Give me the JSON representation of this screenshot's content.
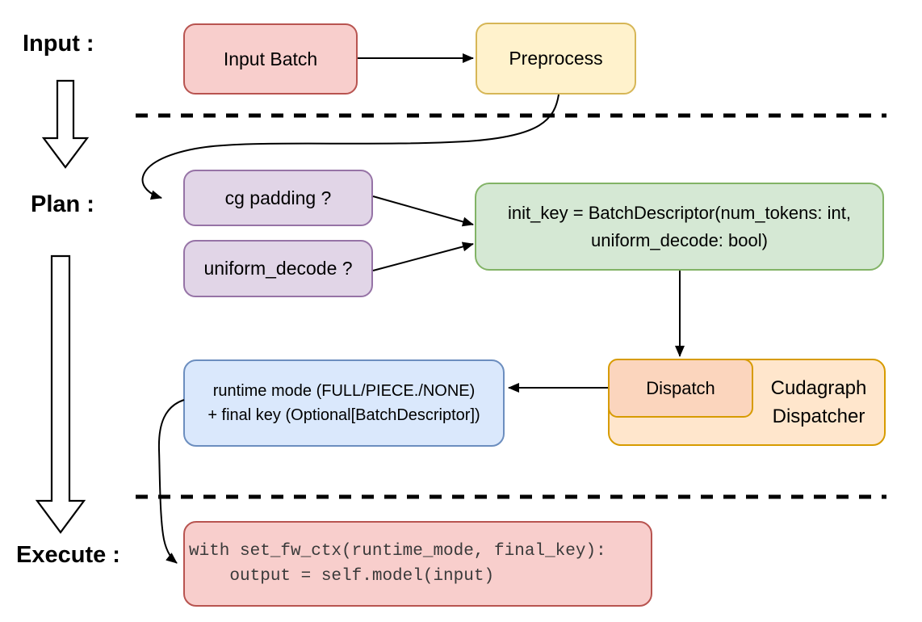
{
  "sections": {
    "input_label": "Input :",
    "plan_label": "Plan :",
    "execute_label": "Execute :"
  },
  "nodes": {
    "input_batch": {
      "label": "Input Batch",
      "fill": "#f8cecc",
      "stroke": "#b85450"
    },
    "preprocess": {
      "label": "Preprocess",
      "fill": "#fff2cc",
      "stroke": "#d6b656"
    },
    "cg_padding": {
      "label": "cg padding ?",
      "fill": "#e1d5e7",
      "stroke": "#9673a6"
    },
    "uniform_decode": {
      "label": "uniform_decode ?",
      "fill": "#e1d5e7",
      "stroke": "#9673a6"
    },
    "init_key": {
      "line1": "init_key = BatchDescriptor(num_tokens: int,",
      "line2": "uniform_decode: bool)",
      "fill": "#d5e8d4",
      "stroke": "#82b366"
    },
    "dispatch": {
      "label": "Dispatch",
      "fill": "#fbd5bd",
      "stroke": "#d79b00"
    },
    "cudagraph_dispatcher": {
      "line1": "Cudagraph",
      "line2": "Dispatcher",
      "fill": "#ffe6cc",
      "stroke": "#d79b00"
    },
    "runtime_mode": {
      "line1": "runtime mode (FULL/PIECE./NONE)",
      "line2": "+ final key (Optional[BatchDescriptor])",
      "fill": "#dae8fc",
      "stroke": "#6c8ebf"
    },
    "execute_code": {
      "line1": "with set_fw_ctx(runtime_mode, final_key):",
      "line2": "    output = self.model(input)",
      "fill": "#f8cecc",
      "stroke": "#b85450",
      "text_color": "#3a3a3a"
    }
  },
  "colors": {
    "arrow": "#000000",
    "dashed_divider": "#000000",
    "background": "#ffffff"
  }
}
